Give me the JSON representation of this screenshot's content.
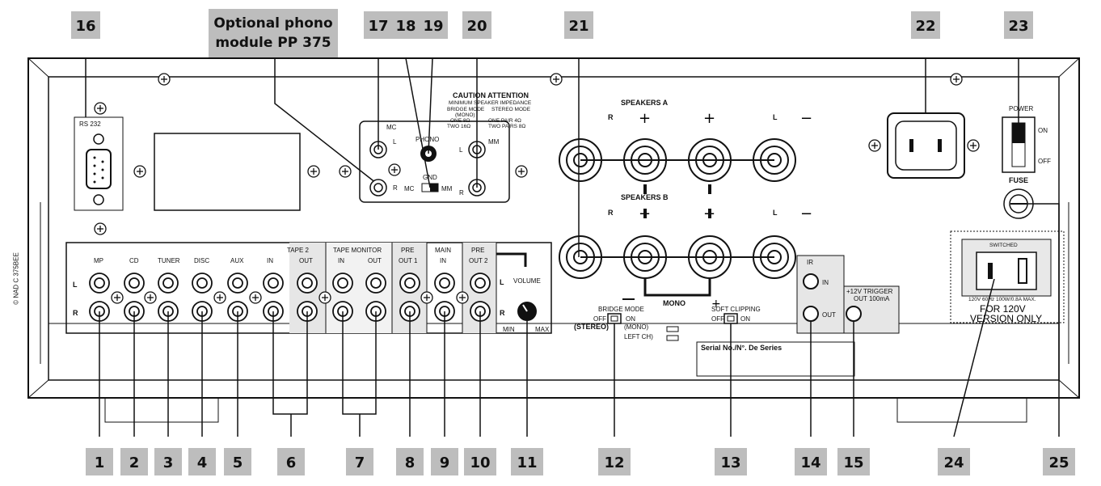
{
  "callout": {
    "line1": "Optional phono",
    "line2": "module PP 375"
  },
  "side_mark": "© NAD C 375BEE",
  "top_numbers": [
    "16",
    "17",
    "18",
    "19",
    "20",
    "21",
    "22",
    "23"
  ],
  "bottom_numbers": [
    "1",
    "2",
    "3",
    "4",
    "5",
    "6",
    "7",
    "8",
    "9",
    "10",
    "11",
    "12",
    "13",
    "14",
    "15",
    "24",
    "25"
  ],
  "labels": {
    "rs232": "RS 232",
    "caution1": "CAUTION ATTENTION",
    "caution2": "MINIMUM SPEAKER IMPEDANCE",
    "caution3": "BRIDGE MODE",
    "caution3b": "STEREO MODE",
    "caution4": "(MONO)",
    "caution5": "ONE 8Ω",
    "caution5b": "ONE PAIR 4Ω",
    "caution6": "TWO 16Ω",
    "caution6b": "TWO PAIRS 8Ω",
    "mc": "MC",
    "mm": "MM",
    "phono": "PHONO",
    "gnd": "GND",
    "mc_sw": "MC",
    "mm_sw": "MM",
    "speakers_a": "SPEAKERS A",
    "speakers_b": "SPEAKERS B",
    "power": "POWER",
    "on": "ON",
    "off": "OFF",
    "fuse": "FUSE",
    "switched": "SWITCHED",
    "rating": "120V 60Hz 100W/0.8A MAX.",
    "for120a": "FOR 120V",
    "for120b": "VERSION ONLY",
    "mp": "MP",
    "cd": "CD",
    "tuner": "TUNER",
    "disc": "DISC",
    "aux": "AUX",
    "tape2": "TAPE 2",
    "in": "IN",
    "out": "OUT",
    "tape_monitor": "TAPE MONITOR",
    "pre": "PRE",
    "out1": "OUT 1",
    "main": "MAIN",
    "main_in": "IN",
    "out2": "OUT 2",
    "volume": "VOLUME",
    "min": "MIN",
    "max": "MAX",
    "bridge_mode": "BRIDGE MODE",
    "bm_off": "OFF",
    "bm_stereo": "(STEREO)",
    "bm_on": "ON",
    "bm_mono": "(MONO)",
    "bm_left": "LEFT CH)",
    "mono": "MONO",
    "soft_clipping": "SOFT CLIPPING",
    "sc_off": "OFF",
    "sc_on": "ON",
    "serial": "Serial No./N°. De Series",
    "ir": "IR",
    "ir_in": "IN",
    "ir_out": "OUT",
    "trigger1": "+12V TRIGGER",
    "trigger2": "OUT 100mA",
    "L": "L",
    "R": "R",
    "plus": "+",
    "minus": "−"
  }
}
